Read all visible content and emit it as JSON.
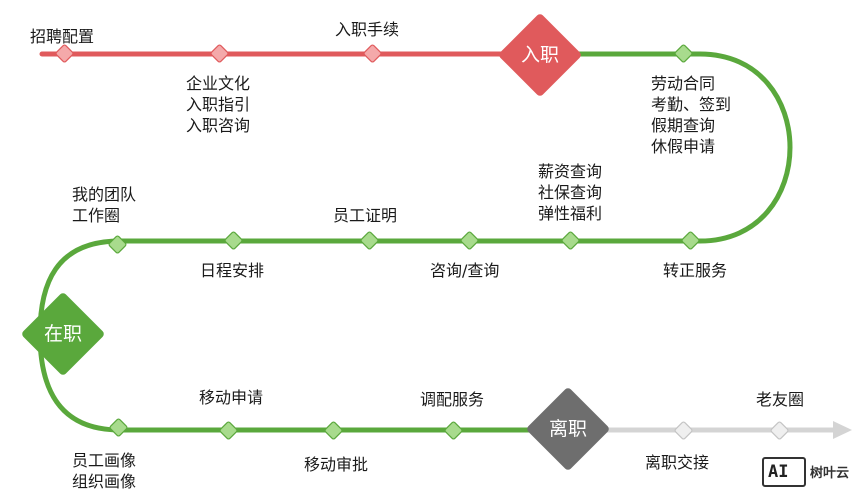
{
  "colors": {
    "red": "#e05a5c",
    "green": "#5aa83c",
    "gray": "#6e6e6e",
    "lightgray": "#d4d4d4"
  },
  "hubs": {
    "entry": "入职",
    "onjob": "在职",
    "leave": "离职"
  },
  "row1": {
    "recruit": "招聘配置",
    "culture": [
      "企业文化",
      "入职指引",
      "入职咨询"
    ],
    "procedures": "入职手续",
    "contract": [
      "劳动合同",
      "考勤、签到",
      "假期查询",
      "休假申请"
    ]
  },
  "row2": {
    "salary": [
      "薪资查询",
      "社保查询",
      "弹性福利"
    ],
    "regular": "转正服务",
    "consult": "咨询/查询",
    "certificate": "员工证明",
    "schedule": "日程安排",
    "team": [
      "我的团队",
      "工作圈"
    ]
  },
  "row3": {
    "portrait": [
      "员工画像",
      "组织画像"
    ],
    "mobile_apply": "移动申请",
    "mobile_approve": "移动审批",
    "transfer": "调配服务",
    "handover": "离职交接",
    "alumni": "老友圈"
  },
  "logo": {
    "mark": "AI",
    "name": "树叶云"
  }
}
